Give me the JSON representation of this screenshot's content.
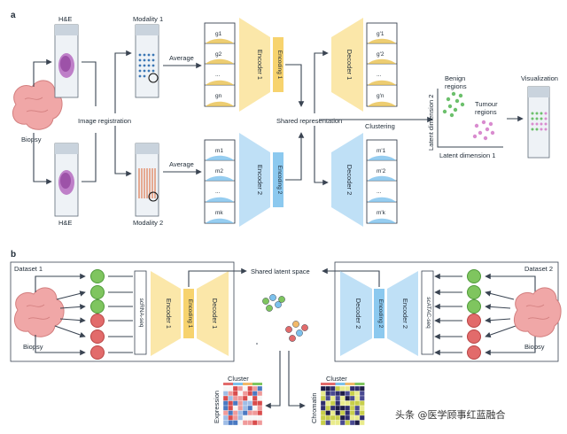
{
  "colors": {
    "encoder_yellow": "#fbe7a9",
    "encoder_blue": "#bfe0f6",
    "tissue_pink": "#f0a7a7",
    "hne_purple": "#b56bbf",
    "benign_green": "#6cc06c",
    "tumour_pink": "#d98ccf",
    "cell_green": "#7fc55f",
    "cell_red": "#e26b6b",
    "arrow": "#3a4452"
  },
  "panel_a": {
    "label": "a",
    "biopsy": "Biopsy",
    "hne_top": "H&E",
    "hne_bottom": "H&E",
    "modality1": "Modality 1",
    "modality2": "Modality 2",
    "image_registration": "Image registration",
    "average_top": "Average",
    "average_bottom": "Average",
    "g_cells": [
      "g1",
      "g2",
      "...",
      "gn"
    ],
    "m_cells": [
      "m1",
      "m2",
      "...",
      "mk"
    ],
    "g_prime_cells": [
      "g'1",
      "g'2",
      "...",
      "g'n"
    ],
    "m_prime_cells": [
      "m'1",
      "m'2",
      "...",
      "m'k"
    ],
    "encoder1": "Encoder 1",
    "encoding1": "Encoding 1",
    "encoder2": "Encoder 2",
    "encoding2": "Encoding 2",
    "decoder1": "Decoder 1",
    "decoder2": "Decoder 2",
    "shared_representation": "Shared representation",
    "clustering": "Clustering",
    "benign": "Benign regions",
    "tumour": "Tumour regions",
    "latent_x": "Latent dimension 1",
    "latent_y": "Latent dimension 2",
    "visualization": "Visualization"
  },
  "panel_b": {
    "label": "b",
    "dataset1": "Dataset 1",
    "dataset2": "Dataset 2",
    "biopsy_left": "Biopsy",
    "biopsy_right": "Biopsy",
    "scrna": "scRNA-seq",
    "scatac": "scATAC-seq",
    "encoder1": "Encoder 1",
    "encoding1": "Encoding 1",
    "decoder1": "Decoder 1",
    "decoder2": "Decoder 2",
    "encoding2": "Encoding 2",
    "encoder2": "Encoder 2",
    "shared_latent": "Shared latent space",
    "cluster_left": "Cluster",
    "cluster_right": "Cluster",
    "expression": "Expression",
    "chromatin": "Chromatin"
  },
  "watermark": "头条 @医学顾事红蓝融合"
}
